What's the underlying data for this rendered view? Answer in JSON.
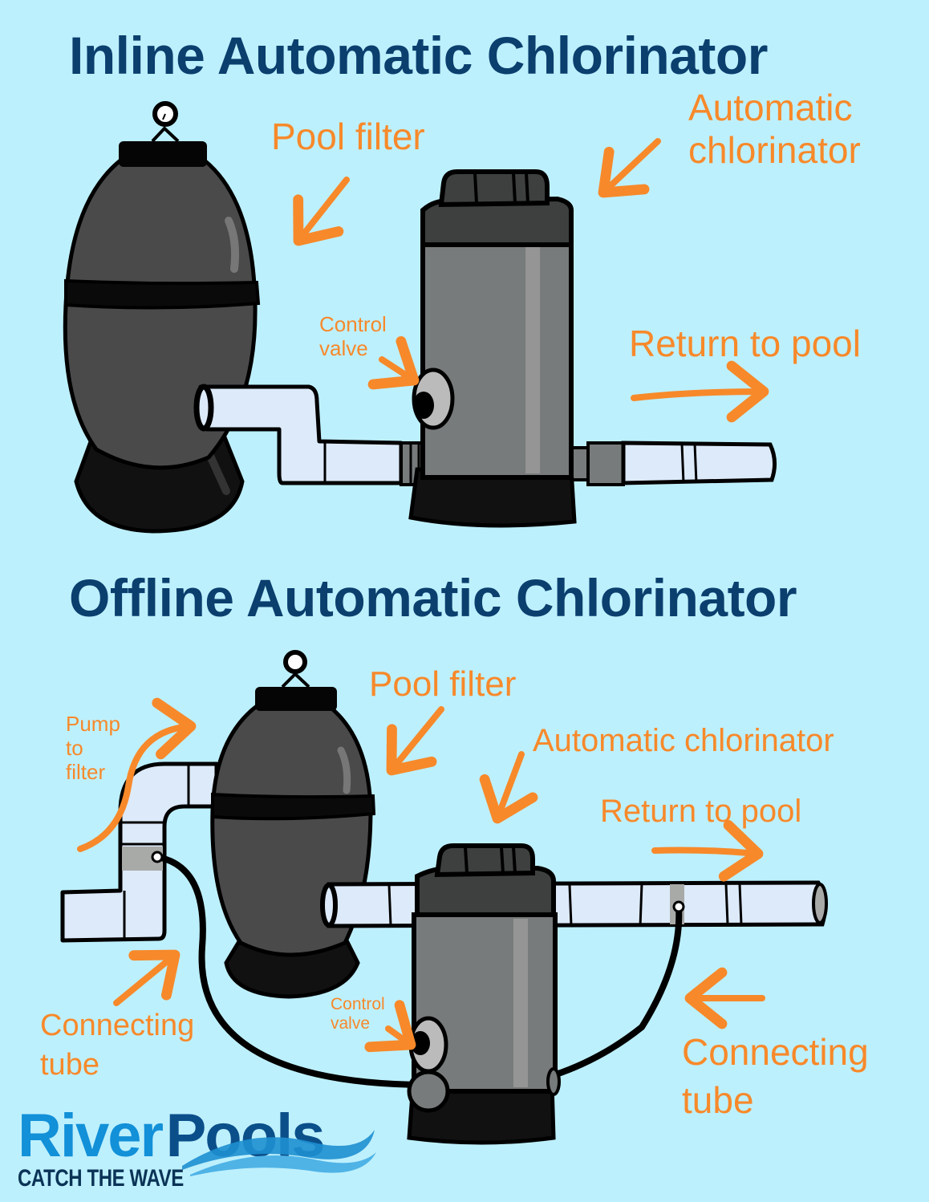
{
  "colors": {
    "background": "#bdf0fd",
    "title": "#0a3f6e",
    "label": "#f7892a",
    "filter_body": "#4a4a4a",
    "chlorinator_body": "#787b7b",
    "pipe": "#ddeaf9",
    "outline": "#000000"
  },
  "inline": {
    "title": "Inline Automatic Chlorinator",
    "labels": {
      "pool_filter": "Pool filter",
      "automatic_chlorinator": "Automatic\nchlorinator",
      "control_valve": "Control\nvalve",
      "return_to_pool": "Return to pool"
    }
  },
  "offline": {
    "title": "Offline Automatic Chlorinator",
    "labels": {
      "pool_filter": "Pool filter",
      "pump_to_filter": "Pump\nto\nfilter",
      "automatic_chlorinator": "Automatic chlorinator",
      "return_to_pool": "Return to pool",
      "control_valve": "Control\nvalve",
      "connecting_tube_left": "Connecting\ntube",
      "connecting_tube_right": "Connecting\ntube"
    }
  },
  "logo": {
    "word1": "River",
    "word2": "Pools",
    "tagline": "CATCH THE WAVE"
  }
}
